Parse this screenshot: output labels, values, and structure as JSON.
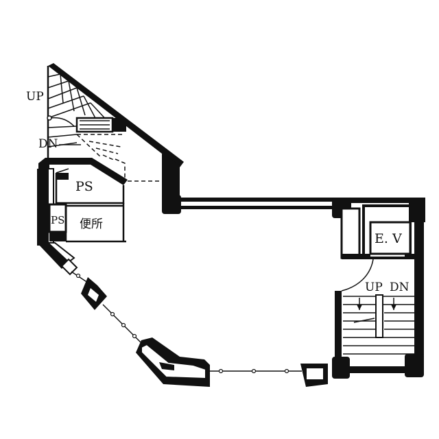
{
  "labels": {
    "stair_up_west": "UP",
    "stair_dn_west": "DN",
    "ps_large": "PS",
    "ps_small": "PS",
    "toilet": "便所",
    "elevator": "E. V",
    "stair_up_east": "UP",
    "stair_dn_east": "DN"
  },
  "colors": {
    "ink": "#111111",
    "paper": "#ffffff"
  }
}
